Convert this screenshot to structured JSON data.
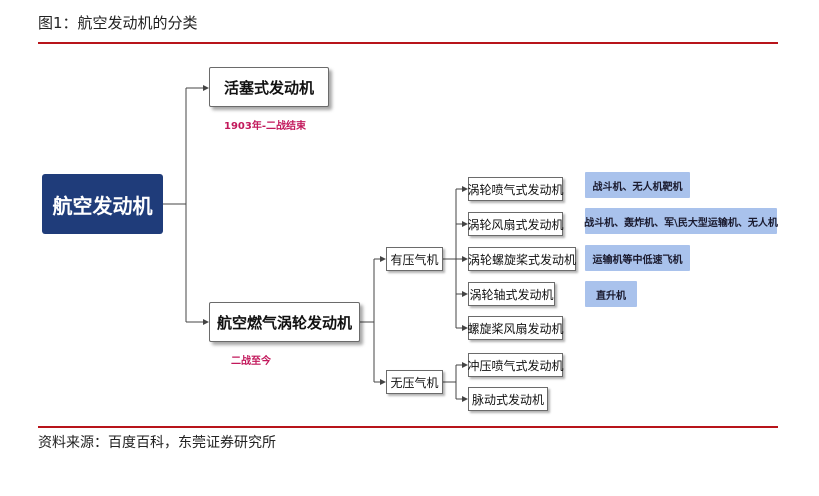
{
  "figure_title": "图1：航空发动机的分类",
  "source": "资料来源：百度百科，东莞证券研究所",
  "root": "航空发动机",
  "piston": {
    "label": "活塞式发动机",
    "era": "1903年-二战结束"
  },
  "turbine": {
    "label": "航空燃气涡轮发动机",
    "era": "二战至今"
  },
  "compressed": {
    "label": "有压气机",
    "children": [
      {
        "label": "涡轮喷气式发动机",
        "use": "战斗机、无人机靶机"
      },
      {
        "label": "涡轮风扇式发动机",
        "use": "战斗机、轰炸机、军\\民大型运输机、无人机"
      },
      {
        "label": "涡轮螺旋桨式发动机",
        "use": "运输机等中低速飞机"
      },
      {
        "label": "涡轮轴式发动机",
        "use": "直升机"
      },
      {
        "label": "螺旋桨风扇发动机",
        "use": ""
      }
    ]
  },
  "uncompressed": {
    "label": "无压气机",
    "children": [
      {
        "label": "冲压喷气式发动机"
      },
      {
        "label": "脉动式发动机"
      }
    ]
  },
  "colors": {
    "rule": "#b8141a",
    "root_bg": "#1f3c7a",
    "era_text": "#c2185b",
    "use_bg": "#a9c2ec"
  }
}
